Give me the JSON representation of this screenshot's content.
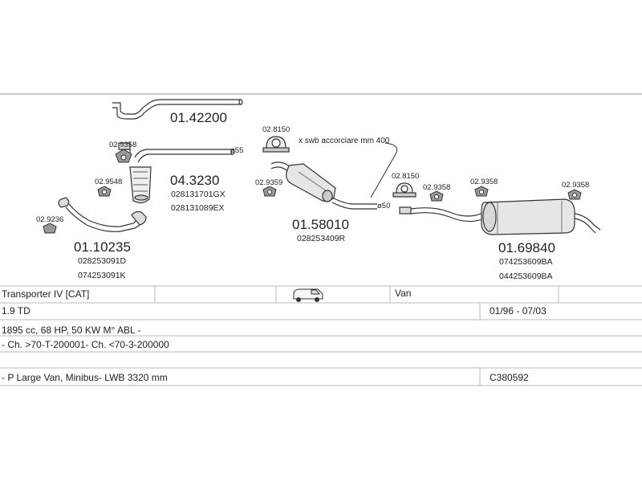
{
  "diagram": {
    "pipe_front": {
      "part_number": "01.10235",
      "oem": [
        "028253091D",
        "074253091K"
      ]
    },
    "pipe_top": {
      "part_number": "01.42200"
    },
    "catalyst": {
      "part_number": "04.3230",
      "oem": [
        "028131701GX",
        "028131089EX"
      ]
    },
    "middle_silencer": {
      "part_number": "01.58010",
      "oem": [
        "028253409R"
      ]
    },
    "rear_silencer": {
      "part_number": "01.69840",
      "oem": [
        "074253609BA",
        "044253609BA"
      ]
    },
    "refs": {
      "r1": "02.9358",
      "r2": "02.9548",
      "r3": "02.9236",
      "r4": "02.8150",
      "r5": "02.9359",
      "r6": "02.8150",
      "r7": "02.9358",
      "r8": "02.9358",
      "r9": "02.9358"
    },
    "diam_1": "ø55",
    "diam_2": "ø50",
    "swb_note": "x swb accorciare mm 400"
  },
  "table": {
    "model": "Transporter IV  [CAT]",
    "body": "Van",
    "engine": "1.9 TD",
    "years": "01/96 - 07/03",
    "specs": "1895 cc, 68 HP, 50 KW M° ABL -",
    "chassis": "- Ch. >70-T-200001- Ch. <70-3-200000",
    "variant": "- P Large Van, Minibus- LWB 3320 mm",
    "code": "C380592"
  }
}
